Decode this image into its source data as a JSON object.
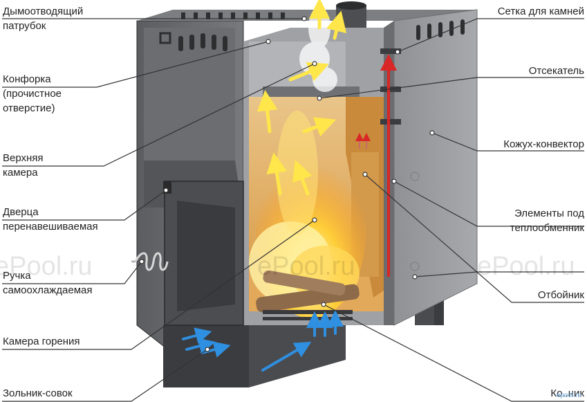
{
  "labels": {
    "chimney": [
      "Дымоотводящий",
      "патрубок"
    ],
    "burner": [
      "Конфорка",
      "(прочистное",
      "отверстие)"
    ],
    "upper_chamber": [
      "Верхняя",
      "камера"
    ],
    "door": [
      "Дверца",
      "перенавешиваемая"
    ],
    "handle": [
      "Ручка",
      "самоохлаждаемая"
    ],
    "combustion": [
      "Камера горения"
    ],
    "ashpan": [
      "Зольник-совок"
    ],
    "stone_grid": [
      "Сетка для камней"
    ],
    "cutoff": [
      "Отсекатель"
    ],
    "casing": [
      "Кожух-конвектор"
    ],
    "heat_exchanger": [
      "Элементы под",
      "теплообменник"
    ],
    "deflector": [
      "Отбойник"
    ],
    "grate": [
      "Ко..ник"
    ]
  },
  "watermark": "ePool.ru",
  "badge": "epool.ru",
  "colors": {
    "text": "#222222",
    "leader": "#333333",
    "steel_dark": "#3a3a3c",
    "steel_mid": "#5f6063",
    "steel_light": "#8d8f92",
    "firebox": "#e7b36a",
    "flame": "#ffd23c",
    "arrow_hot": "#ffe64a",
    "arrow_cold": "#2f8fe0",
    "heat_pipe": "#d92626"
  }
}
